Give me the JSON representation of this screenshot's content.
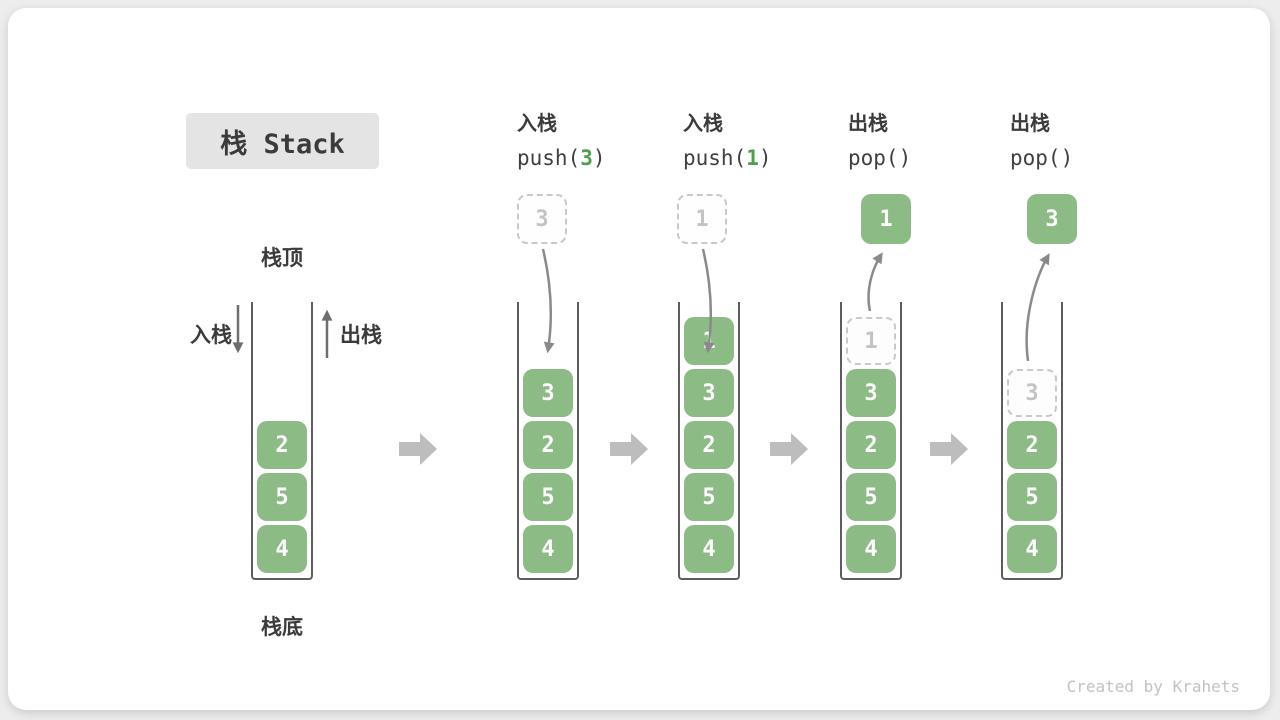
{
  "title": "栈 Stack",
  "watermark": "Created by Krahets",
  "legend": {
    "stack_top": "栈顶",
    "stack_bottom": "栈底",
    "push_label": "入栈",
    "pop_label": "出栈"
  },
  "ops": [
    {
      "name": "入栈",
      "code_pre": "push(",
      "arg": "3",
      "code_post": ")"
    },
    {
      "name": "入栈",
      "code_pre": "push(",
      "arg": "1",
      "code_post": ")"
    },
    {
      "name": "出栈",
      "code_pre": "pop(",
      "arg": "",
      "code_post": ")"
    },
    {
      "name": "出栈",
      "code_pre": "pop(",
      "arg": "",
      "code_post": ")"
    }
  ],
  "stacks": [
    {
      "items": [
        "2",
        "5",
        "4"
      ]
    },
    {
      "incoming": "3",
      "items": [
        "3",
        "2",
        "5",
        "4"
      ]
    },
    {
      "incoming": "1",
      "items": [
        "1",
        "3",
        "2",
        "5",
        "4"
      ]
    },
    {
      "popped": "1",
      "ghost": "1",
      "items": [
        "3",
        "2",
        "5",
        "4"
      ]
    },
    {
      "popped": "3",
      "ghost": "3",
      "items": [
        "2",
        "5",
        "4"
      ]
    }
  ],
  "colors": {
    "cell_green": "#8cbb86",
    "code_arg_green": "#4f9e4f",
    "curved_arrow_grey": "#8a8a8a",
    "block_arrow_grey": "#bdbdbd",
    "ghost_grey": "#c9c9c9",
    "text_dark": "#3b3b3b",
    "title_bg": "#e4e4e4",
    "watermark_grey": "#c2c2c2",
    "card_bg": "#ffffff"
  }
}
